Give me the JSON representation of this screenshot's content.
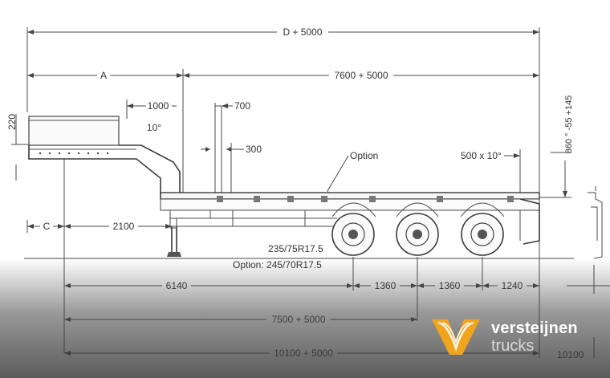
{
  "dimensions": {
    "overall_top": "D + 5000",
    "a": "A",
    "deck_length": "7600 + 5000",
    "gooseneck_height": "220",
    "step_length": "1000",
    "step_angle": "10°",
    "ramp_700": "700",
    "ramp_300": "300",
    "option_label": "Option",
    "ramp_rear": "500 x 10°",
    "height_right": "860 ° -55 +145",
    "c": "C",
    "kingpin_to_leg": "2100",
    "tyre": "235/75R17.5",
    "tyre_option": "Option: 245/70R17.5",
    "to_first_axle": "6140",
    "axle_spacing_1": "1360",
    "axle_spacing_2": "1360",
    "rear_overhang": "1240",
    "mid_length": "7500 + 5000",
    "overall_bottom": "10100 + 5000",
    "corner_value": "10100"
  },
  "logo": {
    "brand": "versteijnen",
    "subtitle": "trucks",
    "accent_color": "#f2a41c"
  }
}
